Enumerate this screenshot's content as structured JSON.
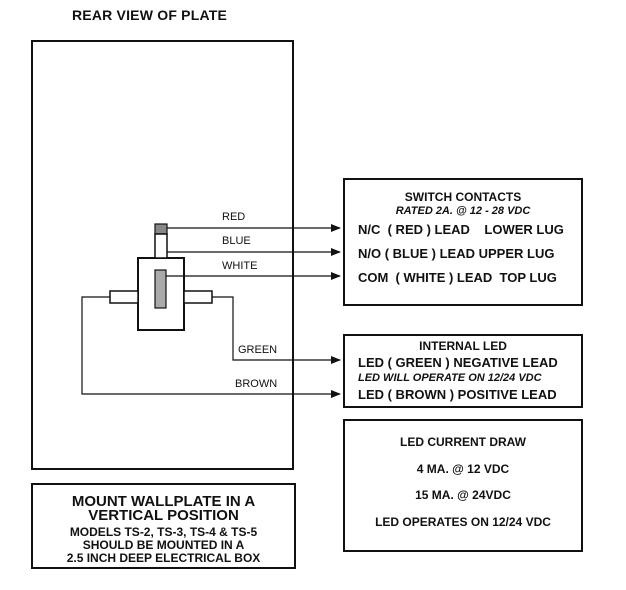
{
  "title": "REAR VIEW OF PLATE",
  "wires": {
    "red": "RED",
    "blue": "BLUE",
    "white": "WHITE",
    "green": "GREEN",
    "brown": "BROWN"
  },
  "switch_contacts": {
    "heading": "SWITCH CONTACTS",
    "rating": "RATED 2A. @ 12 - 28 VDC",
    "lines": [
      "N/C  ( RED ) LEAD    LOWER LUG",
      "N/O ( BLUE ) LEAD UPPER LUG",
      "COM  ( WHITE ) LEAD  TOP LUG"
    ]
  },
  "internal_led": {
    "heading": "INTERNAL LED",
    "negative": "LED ( GREEN ) NEGATIVE LEAD",
    "note": "LED WILL OPERATE ON 12/24 VDC",
    "positive": "LED ( BROWN ) POSITIVE LEAD"
  },
  "current_draw": {
    "heading": "LED CURRENT DRAW",
    "line1": "4 MA. @ 12 VDC",
    "line2": "15 MA. @ 24VDC",
    "line3": "LED OPERATES ON 12/24 VDC"
  },
  "mount_note": {
    "line1": "MOUNT WALLPLATE IN A",
    "line2": "VERTICAL POSITION",
    "line3": "MODELS TS-2, TS-3, TS-4 & TS-5",
    "line4": "SHOULD BE MOUNTED IN A",
    "line5": "2.5 INCH DEEP ELECTRICAL BOX"
  }
}
